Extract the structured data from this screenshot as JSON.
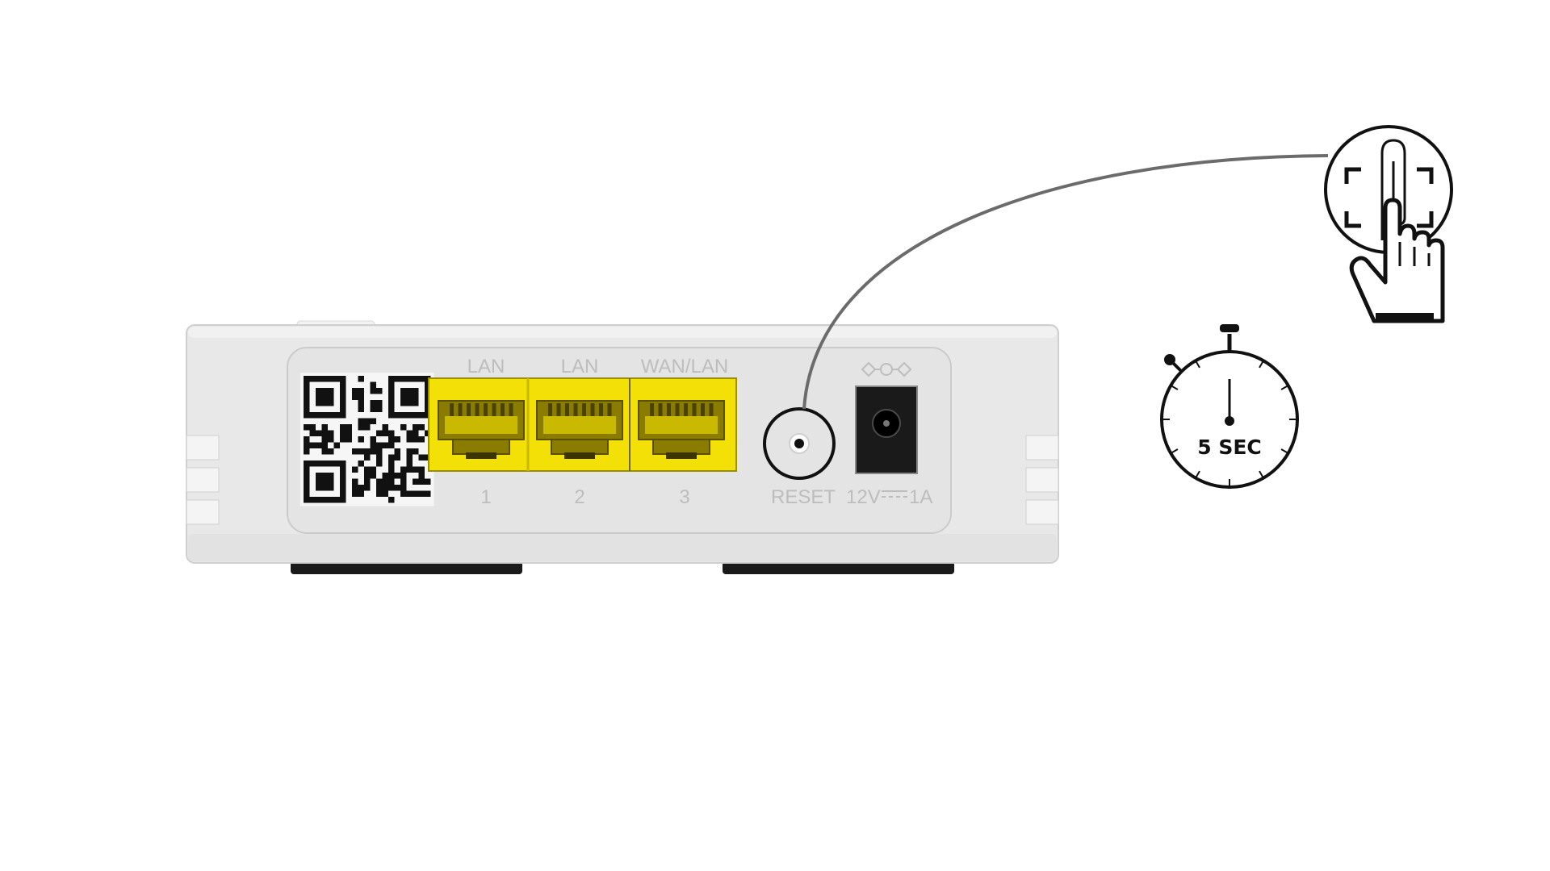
{
  "ports": {
    "port_group_labels": [
      "LAN",
      "LAN",
      "WAN/LAN"
    ],
    "port_numbers": [
      "1",
      "2",
      "3"
    ],
    "reset_label": "RESET",
    "power_label_voltage": "12V",
    "power_label_current": "1A"
  },
  "timer": {
    "label": "5 SEC"
  },
  "colors": {
    "port_accent": "#f2e007",
    "device_body": "#e6e6e6",
    "connector_line": "#6b6b6b"
  },
  "icons": [
    "qr-code-icon",
    "reset-pin-icon",
    "power-jack-icon",
    "paperclip-finger-icon",
    "stopwatch-icon"
  ]
}
